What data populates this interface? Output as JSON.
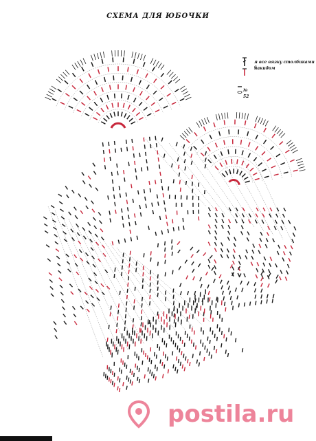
{
  "title": "СХЕМА ДЛЯ ЮБОЧКИ",
  "legend": {
    "line1": "я все вязку столбиками с",
    "line2": "накидом",
    "num1": "№",
    "num2": "52"
  },
  "watermark": "postila.ru",
  "colors": {
    "red": "#c8283c",
    "black": "#1a1a1a",
    "grey": "#8a8a8a",
    "watermark": "#df2048"
  },
  "icons": [
    "double-crochet-stitch-icon",
    "chain-stitch-icon",
    "pin-logo-icon"
  ]
}
